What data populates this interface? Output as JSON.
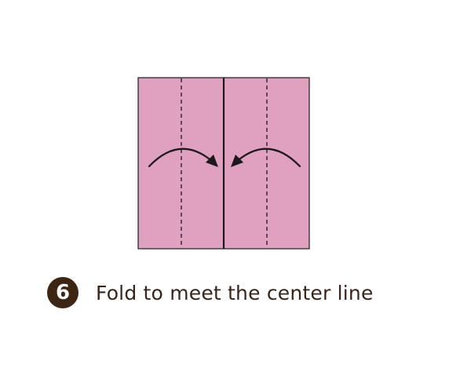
{
  "diagram": {
    "paper_color": "#e0a0c0",
    "line_color": "#1a1a1a",
    "left_arrow": "curved-arrow-right",
    "right_arrow": "curved-arrow-left"
  },
  "step": {
    "number": "6",
    "badge_color": "#3e2412",
    "instruction": "Fold to meet the center line"
  }
}
